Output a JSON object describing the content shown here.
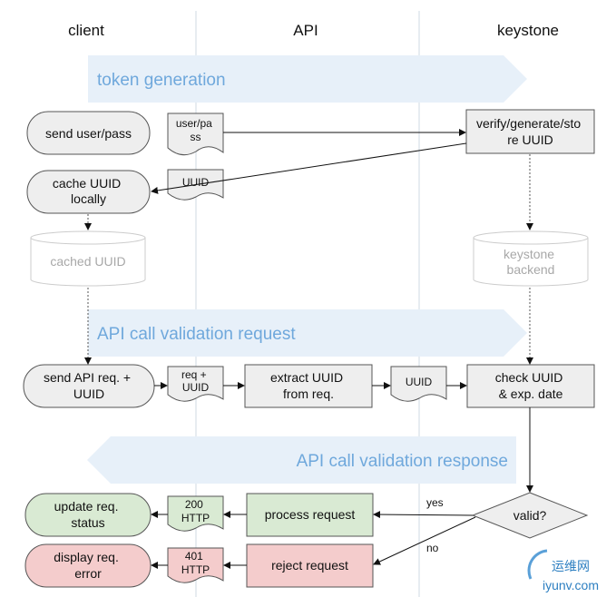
{
  "lanes": {
    "client": "client",
    "api": "API",
    "keystone": "keystone"
  },
  "banners": {
    "token_generation": "token generation",
    "validation_request": "API call validation request",
    "validation_response": "API call validation response"
  },
  "nodes": {
    "send_user_pass": [
      "send user/pass"
    ],
    "cache_uuid": [
      "cache UUID",
      "locally"
    ],
    "cached_uuid_db": [
      "cached UUID"
    ],
    "verify_generate": [
      "verify/generate/sto",
      "re UUID"
    ],
    "keystone_backend": [
      "keystone",
      "backend"
    ],
    "send_api_req": [
      "send API req. +",
      "UUID"
    ],
    "extract_uuid": [
      "extract UUID",
      "from req."
    ],
    "check_uuid": [
      "check UUID",
      "& exp. date"
    ],
    "valid_decision": [
      "valid?"
    ],
    "process_request": [
      "process request"
    ],
    "reject_request": [
      "reject request"
    ],
    "update_status": [
      "update req.",
      "status"
    ],
    "display_error": [
      "display req.",
      "error"
    ]
  },
  "docs": {
    "user_pass": [
      "user/pa",
      "ss"
    ],
    "uuid_token": [
      "UUID"
    ],
    "req_uuid": [
      "req +",
      "UUID"
    ],
    "uuid_extracted": [
      "UUID"
    ],
    "http_200": [
      "200",
      "HTTP"
    ],
    "http_401": [
      "401",
      "HTTP"
    ]
  },
  "edge_labels": {
    "yes": "yes",
    "no": "no"
  },
  "watermark": {
    "cn": "运维网",
    "url": "iyunv.com"
  },
  "colors": {
    "neutral_fill": "#eeeeee",
    "success_fill": "#d9ead3",
    "error_fill": "#f4cccc",
    "banner_fill": "#e7f0f9",
    "banner_text": "#6fa8dc",
    "stroke": "#444444"
  }
}
